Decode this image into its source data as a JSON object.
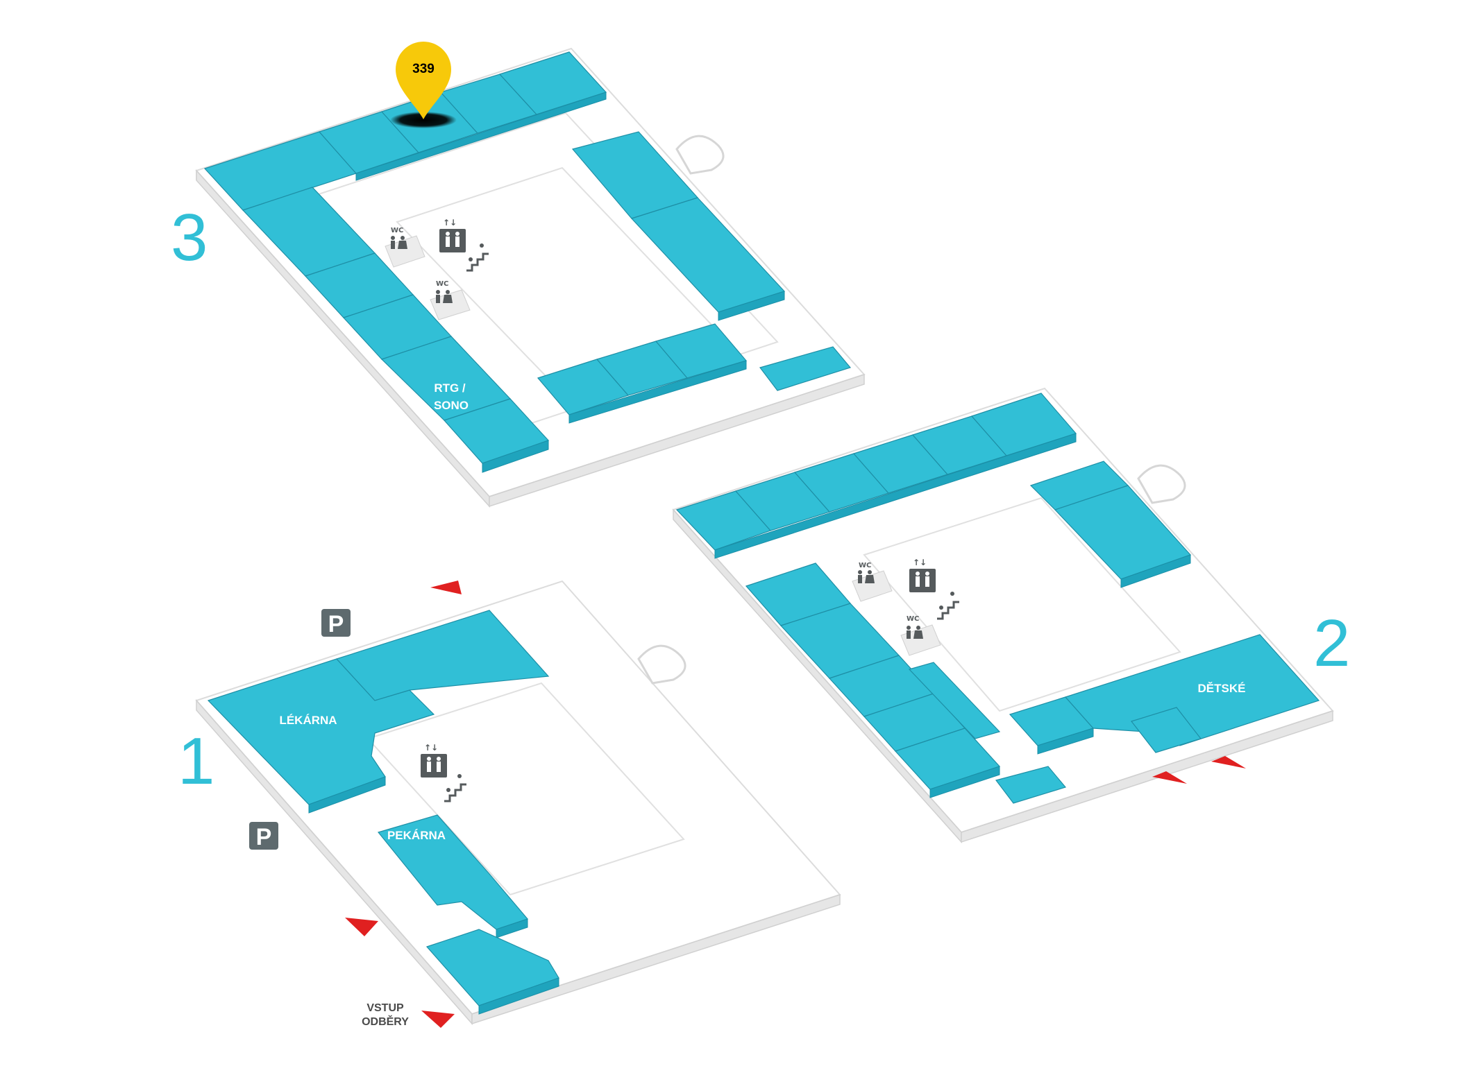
{
  "colors": {
    "room": "#31bfd6",
    "room_side": "#1fa4bd",
    "floor_number": "#31bfd6",
    "icon": "#555a5c",
    "arrow": "#e02020",
    "pin": "#f7c90a",
    "parking_bg": "#5e6a6e"
  },
  "floors": [
    {
      "number": "3",
      "rooms": [
        "RTG /",
        "SONO"
      ],
      "icons": [
        "wc-icon",
        "elevator-icon",
        "stairs-icon",
        "wc-icon"
      ]
    },
    {
      "number": "2",
      "rooms": [
        "DĚTSKÉ"
      ],
      "icons": [
        "wc-icon",
        "elevator-icon",
        "stairs-icon",
        "wc-icon"
      ]
    },
    {
      "number": "1",
      "rooms": [
        "LÉKÁRNA",
        "PEKÁRNA"
      ],
      "icons": [
        "elevator-icon",
        "stairs-icon",
        "parking-icon",
        "parking-icon"
      ]
    }
  ],
  "labels": {
    "floor3": "3",
    "floor2": "2",
    "floor1": "1",
    "rtg_line1": "RTG /",
    "rtg_line2": "SONO",
    "detske": "DĚTSKÉ",
    "lekarna": "LÉKÁRNA",
    "pekarna": "PEKÁRNA",
    "entrance_line1": "VSTUP",
    "entrance_line2": "ODBĚRY",
    "wc": "WC",
    "parking": "P",
    "pin": "339"
  }
}
